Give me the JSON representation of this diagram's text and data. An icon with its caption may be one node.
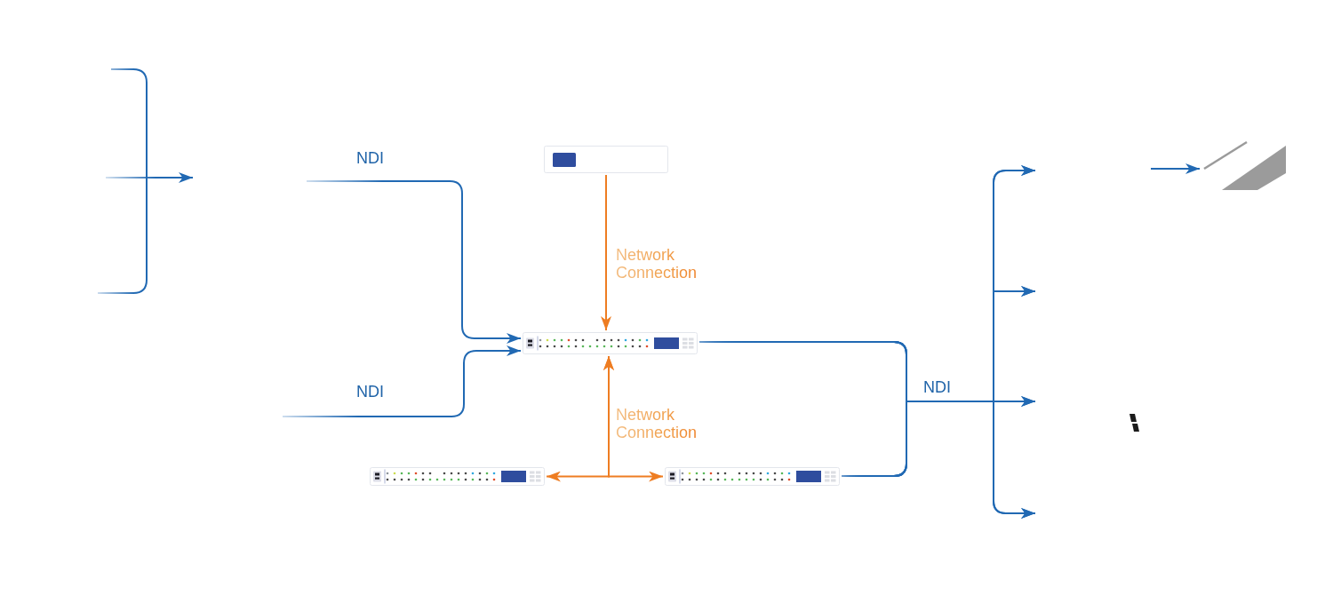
{
  "diagram": {
    "nodes": [
      {
        "text": [],
        "shape": "picture"
      },
      {
        "text": [],
        "shape": "picture"
      },
      {
        "text": [],
        "shape": "picture"
      },
      {
        "text": [],
        "shape": "picture"
      },
      {
        "text": [],
        "shape": "picture"
      }
    ],
    "edges": [
      {
        "from": null,
        "to": 1,
        "arrow": "to",
        "label": "NDI"
      },
      {
        "from": null,
        "to": 1,
        "arrow": "to",
        "label": "NDI"
      },
      {
        "from": 0,
        "to": 1,
        "arrow": "to",
        "label": "Network Connection",
        "color": "#ee7d22"
      },
      {
        "from": 1,
        "to": 2,
        "arrow": "both",
        "label": "Network Connection",
        "color": "#ee7d22"
      },
      {
        "from": 1,
        "to": 3,
        "arrow": "both",
        "color": "#ee7d22"
      },
      {
        "from": 1,
        "to": null,
        "arrow": "to"
      },
      {
        "from": 1,
        "to": null,
        "arrow": "to"
      },
      {
        "from": 1,
        "to": null,
        "arrow": "to",
        "label": "NDI"
      },
      {
        "from": 1,
        "to": null,
        "arrow": "to"
      },
      {
        "from": 3,
        "to": null,
        "arrow": "to"
      },
      {
        "from": 3,
        "to": null,
        "arrow": "to"
      },
      {
        "from": 3,
        "to": null,
        "arrow": "to"
      },
      {
        "from": 3,
        "to": null,
        "arrow": "to"
      },
      {
        "from": null,
        "to": 4,
        "arrow": "to"
      }
    ]
  }
}
